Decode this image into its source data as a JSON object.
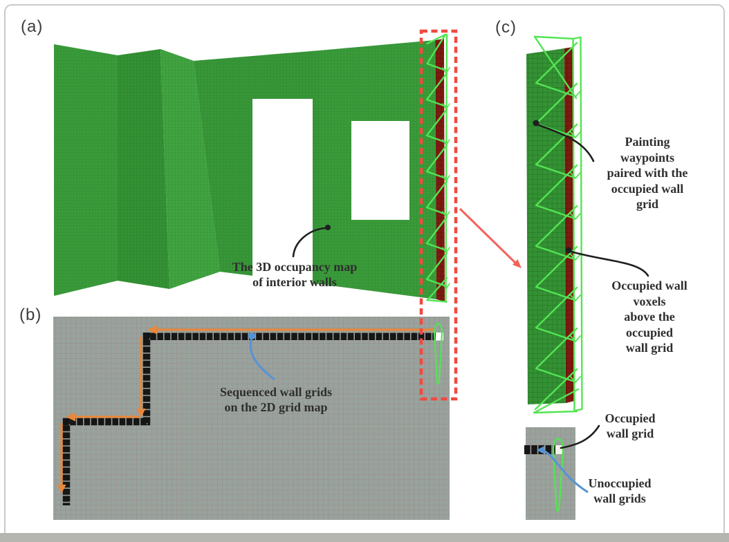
{
  "panels": {
    "a": {
      "label": "(a)",
      "annotation_map": "The 3D occupancy map\nof interior walls"
    },
    "b": {
      "label": "(b)",
      "annotation_sequence": "Sequenced wall grids\non the 2D grid map"
    },
    "c": {
      "label": "(c)",
      "annotation_waypoints": "Painting waypoints\npaired with the\noccupied wall grid",
      "annotation_voxels": "Occupied wall voxels\nabove the occupied\nwall grid",
      "annotation_occupied_grid": "Occupied\nwall grid",
      "annotation_unoccupied_grids": "Unoccupied\nwall grids"
    }
  },
  "colors": {
    "wall_green": "#3a9b3a",
    "wall_green_dark": "#349134",
    "wall_green_light": "#41a341",
    "wall_green_mid": "#389738",
    "wall_edge_red": "#7d1b10",
    "waypoint_green": "#53e453",
    "highlight_red": "#f04a40",
    "zoom_arrow_red": "#f4625c",
    "sequence_orange": "#e8883c",
    "pointer_blue": "#5693d6",
    "map_gray": "#99a39d",
    "wall_black": "#161616",
    "annotation_black": "#1f1f1f",
    "text_color": "#2e2e2e",
    "label_color": "#3d3d3d",
    "frame_gray": "#c9c9c9",
    "bottom_bar_gray": "#b6b6b0"
  }
}
